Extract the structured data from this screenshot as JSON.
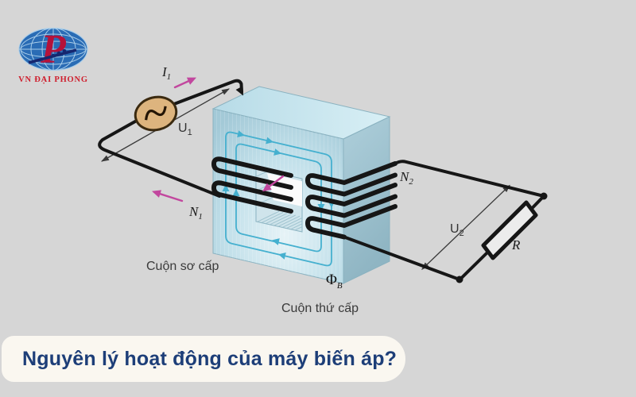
{
  "logo": {
    "monogram": "P",
    "brand": "VN ĐẠI PHONG",
    "globe_color": "#2a6cb5",
    "monogram_color": "#b5123a",
    "brand_color": "#cf1f2e"
  },
  "labels": {
    "i1": {
      "base": "I",
      "sub": "1"
    },
    "u1": {
      "base": "U",
      "sub": "1"
    },
    "n1": {
      "base": "N",
      "sub": "1"
    },
    "n2": {
      "base": "N",
      "sub": "2"
    },
    "u2": {
      "base": "U",
      "sub": "2"
    },
    "r": "R",
    "flux": {
      "base": "Φ",
      "sub": "B"
    },
    "primary_caption": "Cuộn sơ cấp",
    "secondary_caption": "Cuộn thứ cấp"
  },
  "banner": {
    "title": "Nguyên lý hoạt động của máy biến áp?",
    "bg": "#faf7f0",
    "text_color": "#1d3e78"
  },
  "colors": {
    "background": "#d6d6d6",
    "core_front": "#bcdce8",
    "core_top": "#cde9f1",
    "core_side": "#a6c8d3",
    "flux": "#45b0cf",
    "wire": "#161616",
    "dim": "#3a3a3a",
    "accent": "#c2479e",
    "source_fill": "#ddb47e"
  }
}
